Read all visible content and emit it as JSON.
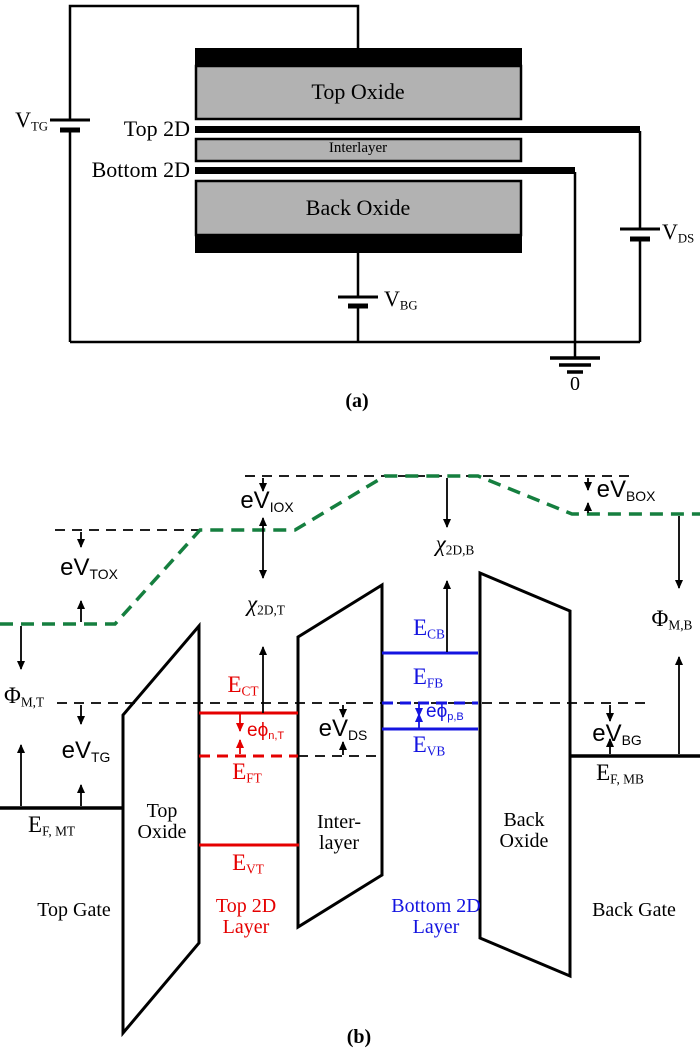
{
  "panel_a": {
    "caption": "(a)",
    "device_layers": {
      "top_oxide": "Top Oxide",
      "interlayer": "Interlayer",
      "back_oxide": "Back Oxide"
    },
    "terminals": {
      "top_2d": "Top 2D",
      "bottom_2d": "Bottom 2D",
      "ground": "0"
    },
    "sources": {
      "v_tg": {
        "main": "V",
        "sub": "TG"
      },
      "v_bg": {
        "main": "V",
        "sub": "BG"
      },
      "v_ds": {
        "main": "V",
        "sub": "DS"
      }
    }
  },
  "panel_b": {
    "caption": "(b)",
    "vacuum_drops": {
      "ev_tox": {
        "main": "eV",
        "sub": "TOX"
      },
      "ev_iox": {
        "main": "eV",
        "sub": "IOX"
      },
      "ev_box": {
        "main": "eV",
        "sub": "BOX"
      }
    },
    "work_functions": {
      "phi_mt": {
        "main": "Φ",
        "sub": "M,T"
      },
      "phi_mb": {
        "main": "Φ",
        "sub": "M,B"
      }
    },
    "affinities": {
      "chi_2dt": {
        "main": "χ",
        "sub": "2D,T"
      },
      "chi_2db": {
        "main": "χ",
        "sub": "2D,B"
      }
    },
    "bias": {
      "ev_tg": {
        "main": "eV",
        "sub": "TG"
      },
      "ev_ds": {
        "main": "eV",
        "sub": "DS"
      },
      "ev_bg": {
        "main": "eV",
        "sub": "BG"
      }
    },
    "top_2d_bands": {
      "e_ct": {
        "main": "E",
        "sub": "CT"
      },
      "e_ft": {
        "main": "E",
        "sub": "FT"
      },
      "e_vt": {
        "main": "E",
        "sub": "VT"
      },
      "phi_n": {
        "main": "eϕ",
        "sub": "n,T"
      }
    },
    "bottom_2d_bands": {
      "e_cb": {
        "main": "E",
        "sub": "CB"
      },
      "e_fb": {
        "main": "E",
        "sub": "FB"
      },
      "e_vb": {
        "main": "E",
        "sub": "VB"
      },
      "phi_p": {
        "main": "eϕ",
        "sub": "p,B"
      }
    },
    "metal_fermi": {
      "ef_mt": {
        "main": "E",
        "sub": "F, MT"
      },
      "ef_mb": {
        "main": "E",
        "sub": "F, MB"
      }
    },
    "regions": {
      "top_gate": "Top Gate",
      "top_oxide_1": "Top",
      "top_oxide_2": "Oxide",
      "interlayer_1": "Inter-",
      "interlayer_2": "layer",
      "back_oxide_1": "Back",
      "back_oxide_2": "Oxide",
      "top_2d_1": "Top 2D",
      "top_2d_2": "Layer",
      "bottom_2d_1": "Bottom 2D",
      "bottom_2d_2": "Layer",
      "back_gate": "Back Gate"
    }
  },
  "colors": {
    "vacuum_level_green": "#157f3f",
    "top_2d_red": "#e50000",
    "bottom_2d_blue": "#1414e0",
    "oxide_fill_gray": "#b2b2b2"
  }
}
